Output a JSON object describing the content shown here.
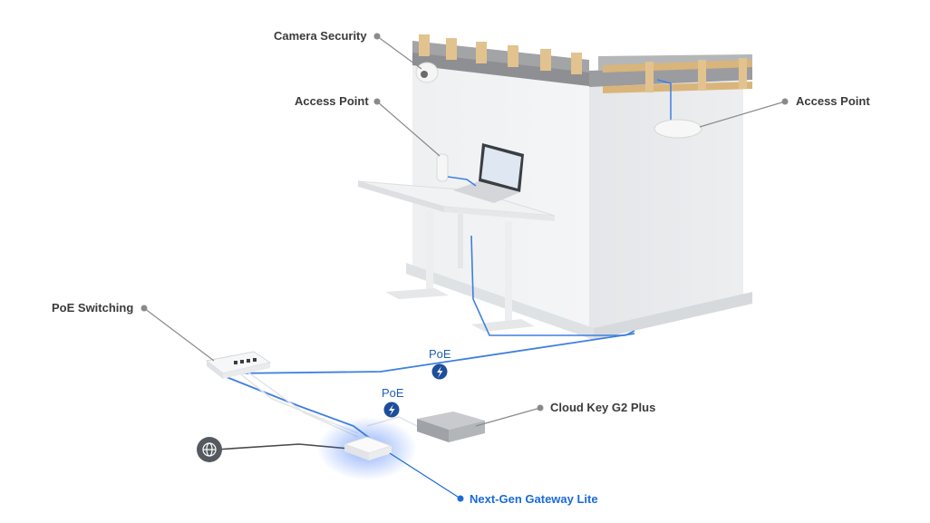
{
  "labels": {
    "camera_security": "Camera Security",
    "access_point_left": "Access Point",
    "access_point_right": "Access Point",
    "poe_switching": "PoE Switching",
    "cloud_key": "Cloud Key G2 Plus",
    "gateway": "Next-Gen Gateway Lite"
  },
  "poe": {
    "upper": "PoE",
    "lower": "PoE"
  },
  "icons": {
    "internet": "globe-icon",
    "power": "lightning-bolt-icon"
  },
  "colors": {
    "label_text": "#3b3b3b",
    "accent_blue": "#1a6bd6",
    "poe_badge": "#1d4e9a",
    "leader_line": "#8a8a8a",
    "cable_blue": "#3f7fe0"
  }
}
